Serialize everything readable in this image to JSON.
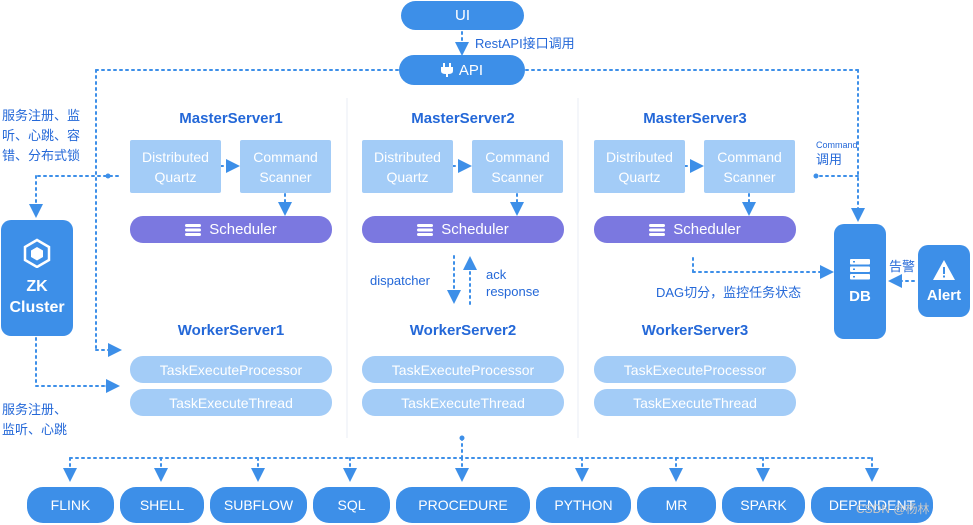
{
  "top": {
    "ui": "UI",
    "api": "API",
    "rest_label": "RestAPI接口调用"
  },
  "left_notes": {
    "master": [
      "服务注册、监",
      "听、心跳、容",
      "错、分布式锁"
    ],
    "worker": [
      "服务注册、",
      "监听、心跳"
    ]
  },
  "zk": {
    "line1": "ZK",
    "line2": "Cluster"
  },
  "masters": [
    {
      "title": "MasterServer1",
      "quartz": [
        "Distributed",
        "Quartz"
      ],
      "scanner": [
        "Command",
        "Scanner"
      ],
      "scheduler": "Scheduler"
    },
    {
      "title": "MasterServer2",
      "quartz": [
        "Distributed",
        "Quartz"
      ],
      "scanner": [
        "Command",
        "Scanner"
      ],
      "scheduler": "Scheduler"
    },
    {
      "title": "MasterServer3",
      "quartz": [
        "Distributed",
        "Quartz"
      ],
      "scanner": [
        "Command",
        "Scanner"
      ],
      "scheduler": "Scheduler"
    }
  ],
  "workers": [
    {
      "title": "WorkerServer1",
      "processor": "TaskExecuteProcessor",
      "thread": "TaskExecuteThread"
    },
    {
      "title": "WorkerServer2",
      "processor": "TaskExecuteProcessor",
      "thread": "TaskExecuteThread"
    },
    {
      "title": "WorkerServer3",
      "processor": "TaskExecuteProcessor",
      "thread": "TaskExecuteThread"
    }
  ],
  "dispatch": {
    "dispatcher": "dispatcher",
    "ack": [
      "ack",
      "response"
    ]
  },
  "db": {
    "label": "DB",
    "command_small": "Command",
    "command_call": "调用",
    "dag_note": "DAG切分，监控任务状态",
    "alert_label": "告警"
  },
  "alert": {
    "label": "Alert"
  },
  "task_types": [
    "FLINK",
    "SHELL",
    "SUBFLOW",
    "SQL",
    "PROCEDURE",
    "PYTHON",
    "MR",
    "SPARK",
    "DEPENDENT"
  ],
  "watermark": "CSDN @杨林",
  "colors": {
    "primary": "#3d8fe8",
    "light": "#a3ccf7",
    "scheduler": "#7b78e0",
    "title": "#2468d8"
  },
  "icons": {
    "api": "plug-icon",
    "zk": "cube-icon",
    "scheduler": "database-stack-icon",
    "db": "server-icon",
    "alert": "warning-icon"
  }
}
